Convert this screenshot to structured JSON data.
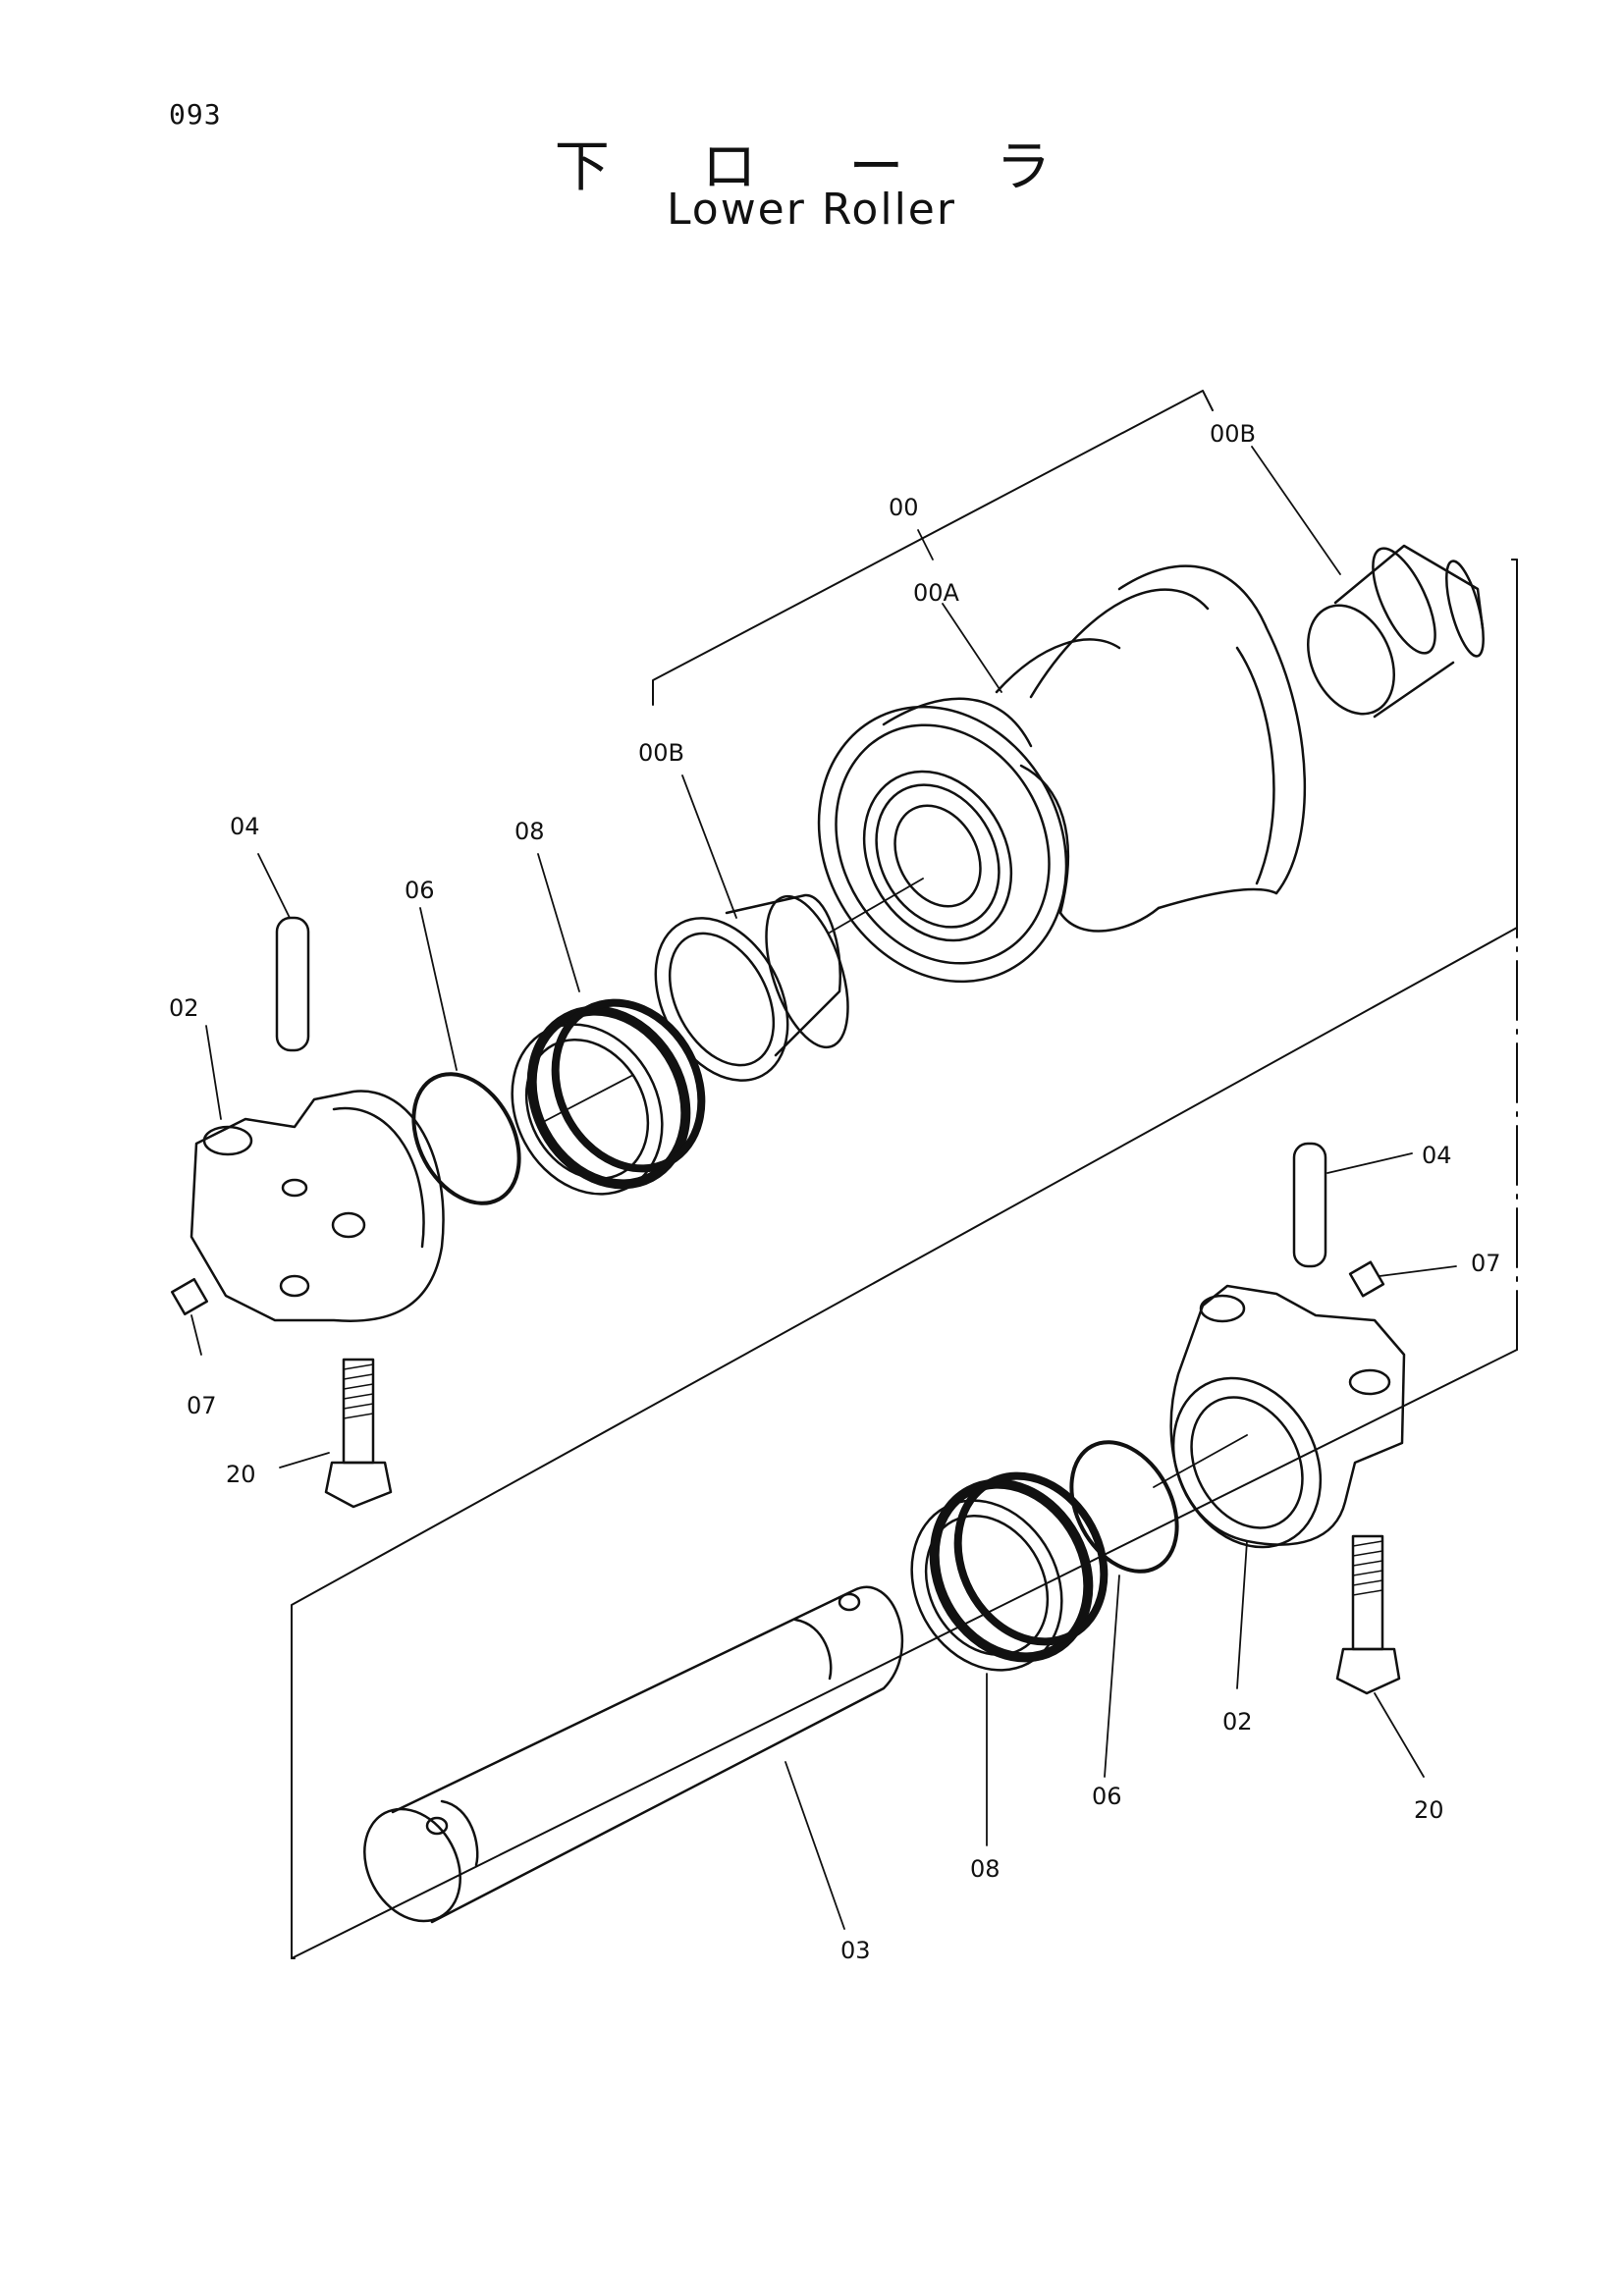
{
  "page_number": "093",
  "title_jp": "下 ロ ー ラ",
  "title_en": "Lower Roller",
  "labels": {
    "00": "00",
    "00A": "00A",
    "00B_right": "00B",
    "00B_left": "00B",
    "02_left": "02",
    "02_right": "02",
    "03": "03",
    "04_left": "04",
    "04_right": "04",
    "06_left": "06",
    "06_right": "06",
    "07_left": "07",
    "07_right": "07",
    "08_left": "08",
    "08_right": "08",
    "20_left": "20",
    "20_right": "20"
  }
}
